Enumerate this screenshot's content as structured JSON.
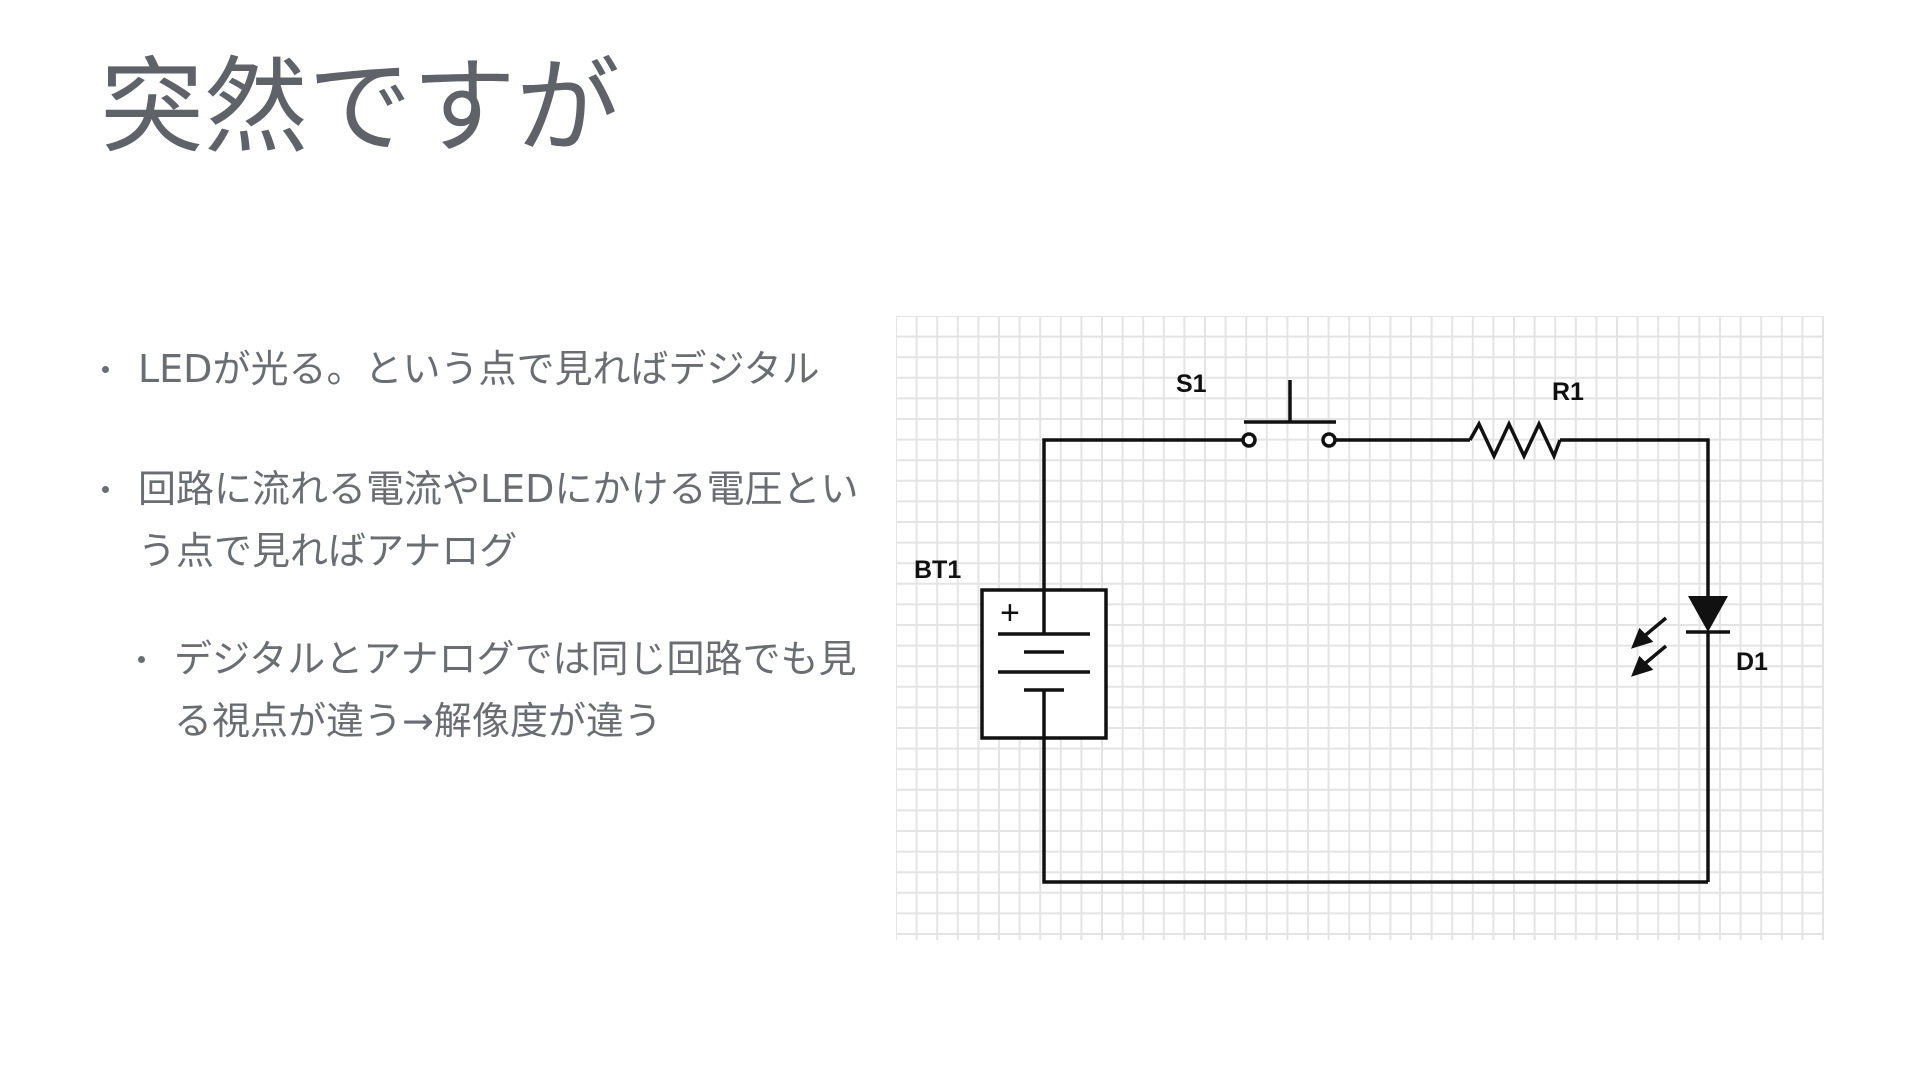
{
  "slide": {
    "title": "突然ですが",
    "bullets": [
      {
        "text": "LEDが光る。という点で見ればデジタル",
        "level": 1
      },
      {
        "text": "回路に流れる電流やLEDにかける電圧という点で見ればアナログ",
        "level": 1
      },
      {
        "text": "デジタルとアナログでは同じ回路でも見る視点が違う→解像度が違う",
        "level": 2
      }
    ]
  },
  "diagram": {
    "labels": {
      "switch": "S1",
      "resistor": "R1",
      "battery": "BT1",
      "diode": "D1",
      "battery_plus": "+"
    },
    "colors": {
      "wire": "#111111",
      "grid": "#e4e4e4",
      "text": "#6a6e73",
      "title": "#5f6369"
    }
  }
}
